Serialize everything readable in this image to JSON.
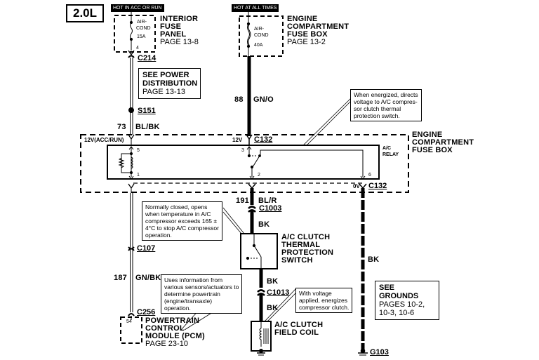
{
  "engine": "2.0L",
  "power_labels": {
    "left": "HOT IN ACC OR RUN",
    "right": "HOT AT ALL TIMES"
  },
  "fuses": {
    "interior": {
      "name_lines": [
        "INTERIOR",
        "FUSE",
        "PANEL"
      ],
      "page": "PAGE 13-8",
      "fuse_name": [
        "AIR-",
        "COND"
      ],
      "rating": "15A",
      "pin": "4"
    },
    "engine": {
      "name_lines": [
        "ENGINE",
        "COMPARTMENT",
        "FUSE  BOX"
      ],
      "page": "PAGE 13-2",
      "fuse_name": [
        "AIR-",
        "COND"
      ],
      "rating": "40A"
    }
  },
  "connectors": {
    "c214": "C214",
    "s151": "S151",
    "c132_top": "C132",
    "c132_bottom": "C132",
    "c1003": "C1003",
    "c107": "C107",
    "c1013": "C1013",
    "c256": "C256",
    "g103": "G103"
  },
  "see_power": {
    "title_lines": [
      "SEE  POWER",
      "DISTRIBUTION"
    ],
    "page": "PAGE 13-13"
  },
  "wires": {
    "w88": {
      "circuit": "88",
      "color": "GN/O"
    },
    "w73": {
      "circuit": "73",
      "color": "BL/BK"
    },
    "w191": {
      "circuit": "191",
      "color": "BL/R"
    },
    "w187": {
      "circuit": "187",
      "color": "GN/BK"
    },
    "bk1": "BK",
    "bk2": "BK",
    "bk3": "BK",
    "bk4": "BK"
  },
  "relay_box": {
    "name_lines": [
      "ENGINE",
      "COMPARTMENT",
      "FUSE  BOX"
    ],
    "relay_label": [
      "A/C",
      "RELAY"
    ],
    "voltage_left": "12V(ACC/RUN)",
    "voltage_top": "12V",
    "voltage_bottom": "0V",
    "pins": {
      "p5": "5",
      "p1": "1",
      "p3": "3",
      "p2": "2",
      "p6": "6"
    }
  },
  "notes": {
    "relay": [
      "When  energized, directs",
      "voltage to A/C compres-",
      "sor clutch thermal",
      "protection switch."
    ],
    "thermal": [
      "Normally  closed, opens",
      "when temperature in A/C",
      "compressor exceeds 165 ±",
      "4°C to stop A/C compressor",
      "operation."
    ],
    "pcm": [
      "Uses information from",
      "various sensors/actuators to",
      "determine powertrain",
      "(engine/transaxle)",
      "operation."
    ],
    "clutch": [
      "With voltage",
      "applied, energizes",
      "compressor clutch."
    ]
  },
  "components": {
    "thermal_switch": [
      "A/C  CLUTCH",
      "THERMAL",
      "PROTECTION",
      "SWITCH"
    ],
    "field_coil": [
      "A/C  CLUTCH",
      "FIELD  COIL"
    ],
    "pcm": {
      "name_lines": [
        "POWERTRAIN",
        "CONTROL",
        "MODULE  (PCM)"
      ],
      "page": "PAGE 23-10",
      "pin": "54"
    }
  },
  "grounds": {
    "title": "SEE  GROUNDS",
    "lines": [
      "PAGES 10-2,",
      "10-3, 10-6"
    ]
  }
}
